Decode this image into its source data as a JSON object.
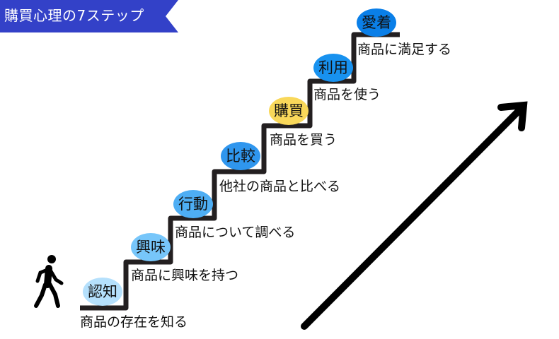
{
  "title": "購買心理の7ステップ",
  "colors": {
    "banner": "#3341c8",
    "stairs": "#231f20",
    "highlight": "#f9d85a"
  },
  "steps": [
    {
      "name": "認知",
      "desc": "商品の存在を知る",
      "color": "#b5e0fc"
    },
    {
      "name": "興味",
      "desc": "商品に興味を持つ",
      "color": "#77c6fa"
    },
    {
      "name": "行動",
      "desc": "商品について調べる",
      "color": "#4eaef4"
    },
    {
      "name": "比較",
      "desc": "他社の商品と比べる",
      "color": "#2f96ee"
    },
    {
      "name": "購買",
      "desc": "商品を買う",
      "color": "#f9d85a"
    },
    {
      "name": "利用",
      "desc": "商品を使う",
      "color": "#1892ef"
    },
    {
      "name": "愛着",
      "desc": "商品に満足する",
      "color": "#0a7fe8"
    }
  ],
  "icons": {
    "person": "walking-person-icon",
    "arrow": "up-right-arrow-icon"
  }
}
